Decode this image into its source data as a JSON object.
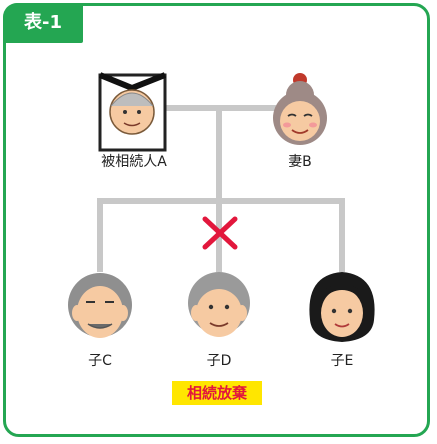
{
  "tab_label": "表-1",
  "people": {
    "deceased": "被相続人A",
    "spouse": "妻B",
    "child_c": "子C",
    "child_d": "子D",
    "child_e": "子E"
  },
  "renounce_badge": "相続放棄",
  "colors": {
    "accent": "#24a652",
    "line": "#c8c8c8",
    "cross": "#e2173c",
    "badge_bg": "#ffe600",
    "badge_text": "#e2173c"
  },
  "icons": [
    "deceased-portrait-icon",
    "grandmother-icon",
    "old-man-icon",
    "renounce-cross-icon",
    "woman-icon"
  ]
}
